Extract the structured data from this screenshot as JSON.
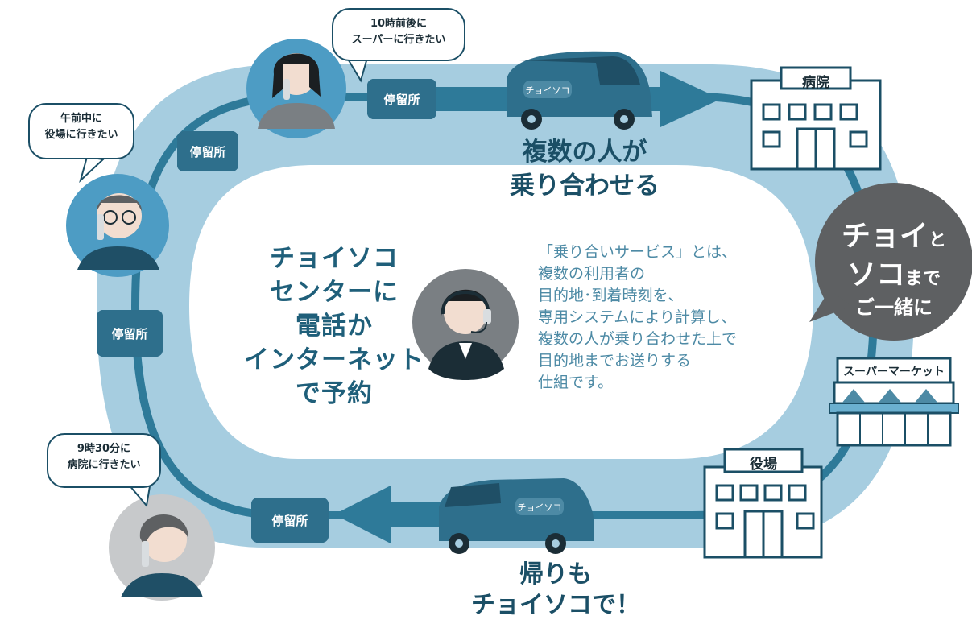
{
  "center_title": [
    "チョイソコ",
    "センターに",
    "電話か",
    "インターネット",
    "で予約"
  ],
  "description": [
    "「乗り合いサービス」とは、",
    "複数の利用者の",
    "目的地･到着時刻を、",
    "専用システムにより計算し、",
    "複数の人が乗り合わせた上で",
    "目的地までお送りする",
    "仕組です。"
  ],
  "route_top_caption": [
    "複数の人が",
    "乗り合わせる"
  ],
  "route_bottom_caption": [
    "帰りも",
    "チョイソコで！"
  ],
  "slogan": {
    "line1_big": "チョイ",
    "line1_small": "と",
    "line2_big": "ソコ",
    "line2_small": "まで",
    "line3": "ご一緒に"
  },
  "bus_stop_label": "停留所",
  "speech": {
    "top_woman": [
      "10時前後に",
      "スーパーに行きたい"
    ],
    "left_man": [
      "午前中に",
      "役場に行きたい"
    ],
    "bottom_woman": [
      "9時30分に",
      "病院に行きたい"
    ]
  },
  "buildings": {
    "hospital": "病院",
    "supermarket": "スーパーマーケット",
    "town_hall": "役場"
  },
  "van_logo": "チョイソコ",
  "colors": {
    "track_light": "#9fc8dc",
    "track_dark": "#2e7a99",
    "text_dark": "#1b4f66",
    "text_light": "#4d8aa5",
    "bubble_gray": "#5e6062"
  }
}
